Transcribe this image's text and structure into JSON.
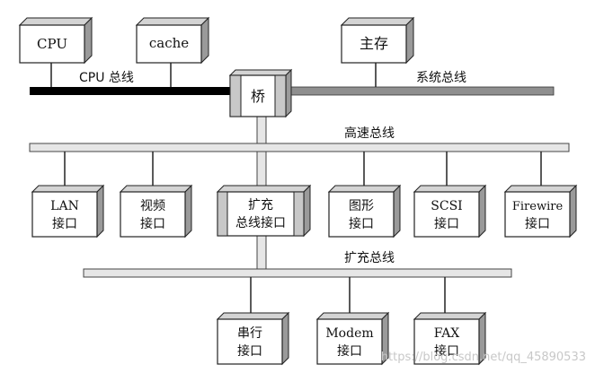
{
  "colors": {
    "bus_gray": "#8f8f8f",
    "bus_light": "#e6e6e6",
    "cpu_bus": "#000000",
    "box_face": "#ffffff",
    "box_top": "#d4d4d4",
    "box_side": "#9a9a9a",
    "bridge_fill": "#c8c8c8"
  },
  "boxes": {
    "cpu": {
      "line1": "CPU"
    },
    "cache": {
      "line1": "cache"
    },
    "main_memory": {
      "line1": "主存"
    },
    "bridge": {
      "line1": "桥"
    },
    "lan": {
      "line1": "LAN",
      "line2": "接口"
    },
    "video": {
      "line1": "视频",
      "line2": "接口"
    },
    "expansion_bus_interface": {
      "line1": "扩充",
      "line2": "总线接口"
    },
    "graphics": {
      "line1": "图形",
      "line2": "接口"
    },
    "scsi": {
      "line1": "SCSI",
      "line2": "接口"
    },
    "firewire": {
      "line1": "Firewire",
      "line2": "接口"
    },
    "serial": {
      "line1": "串行",
      "line2": "接口"
    },
    "modem": {
      "line1": "Modem",
      "line2": "接口"
    },
    "fax": {
      "line1": "FAX",
      "line2": "接口"
    }
  },
  "buses": {
    "cpu_bus": "CPU 总线",
    "system_bus": "系统总线",
    "high_speed_bus": "高速总线",
    "expansion_bus": "扩充总线"
  },
  "watermark": "https://blog.csdn.net/qq_45890533"
}
